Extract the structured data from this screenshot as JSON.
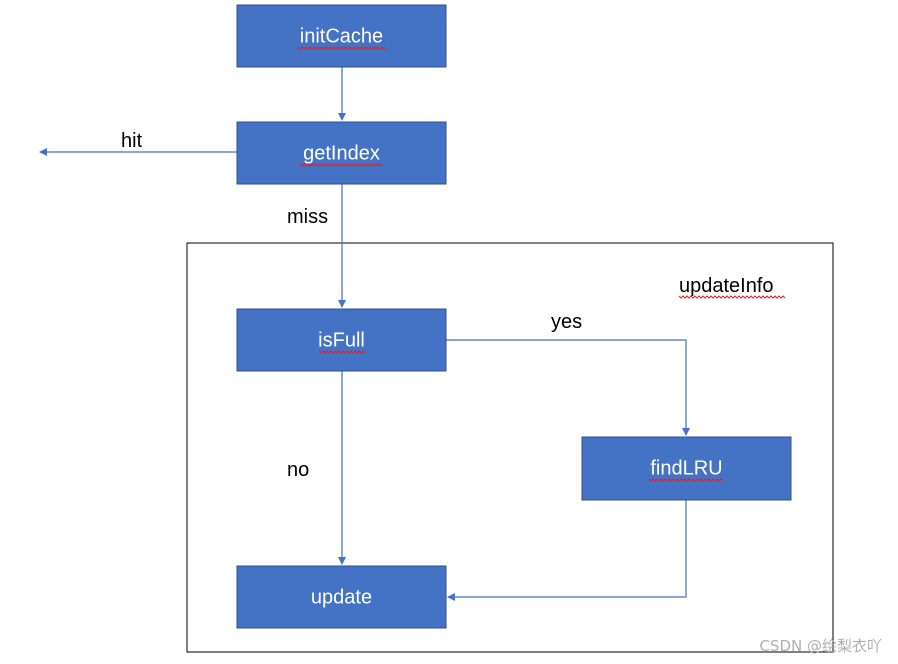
{
  "diagram": {
    "nodes": {
      "initCache": "initCache",
      "getIndex": "getIndex",
      "isFull": "isFull",
      "findLRU": "findLRU",
      "update": "update"
    },
    "group_label": "updateInfo",
    "edge_labels": {
      "hit": "hit",
      "miss": "miss",
      "yes": "yes",
      "no": "no"
    },
    "colors": {
      "node_fill": "#4472C4",
      "node_stroke": "#2F528F",
      "edge": "#4472C4",
      "spellcheck_underline": "#e02020"
    }
  },
  "watermark": "CSDN @绘梨衣吖"
}
